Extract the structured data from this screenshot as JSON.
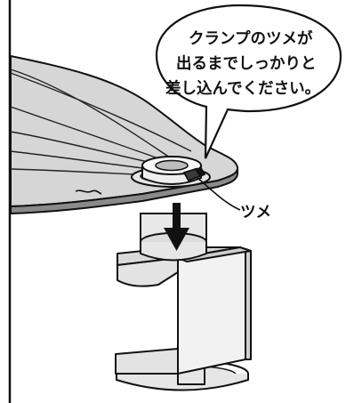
{
  "speech_bubble": {
    "line1": "クランプのツメが",
    "line2": "出るまでしっかりと",
    "line3": "差し込んでください。"
  },
  "callout": {
    "label": "ツメ"
  }
}
